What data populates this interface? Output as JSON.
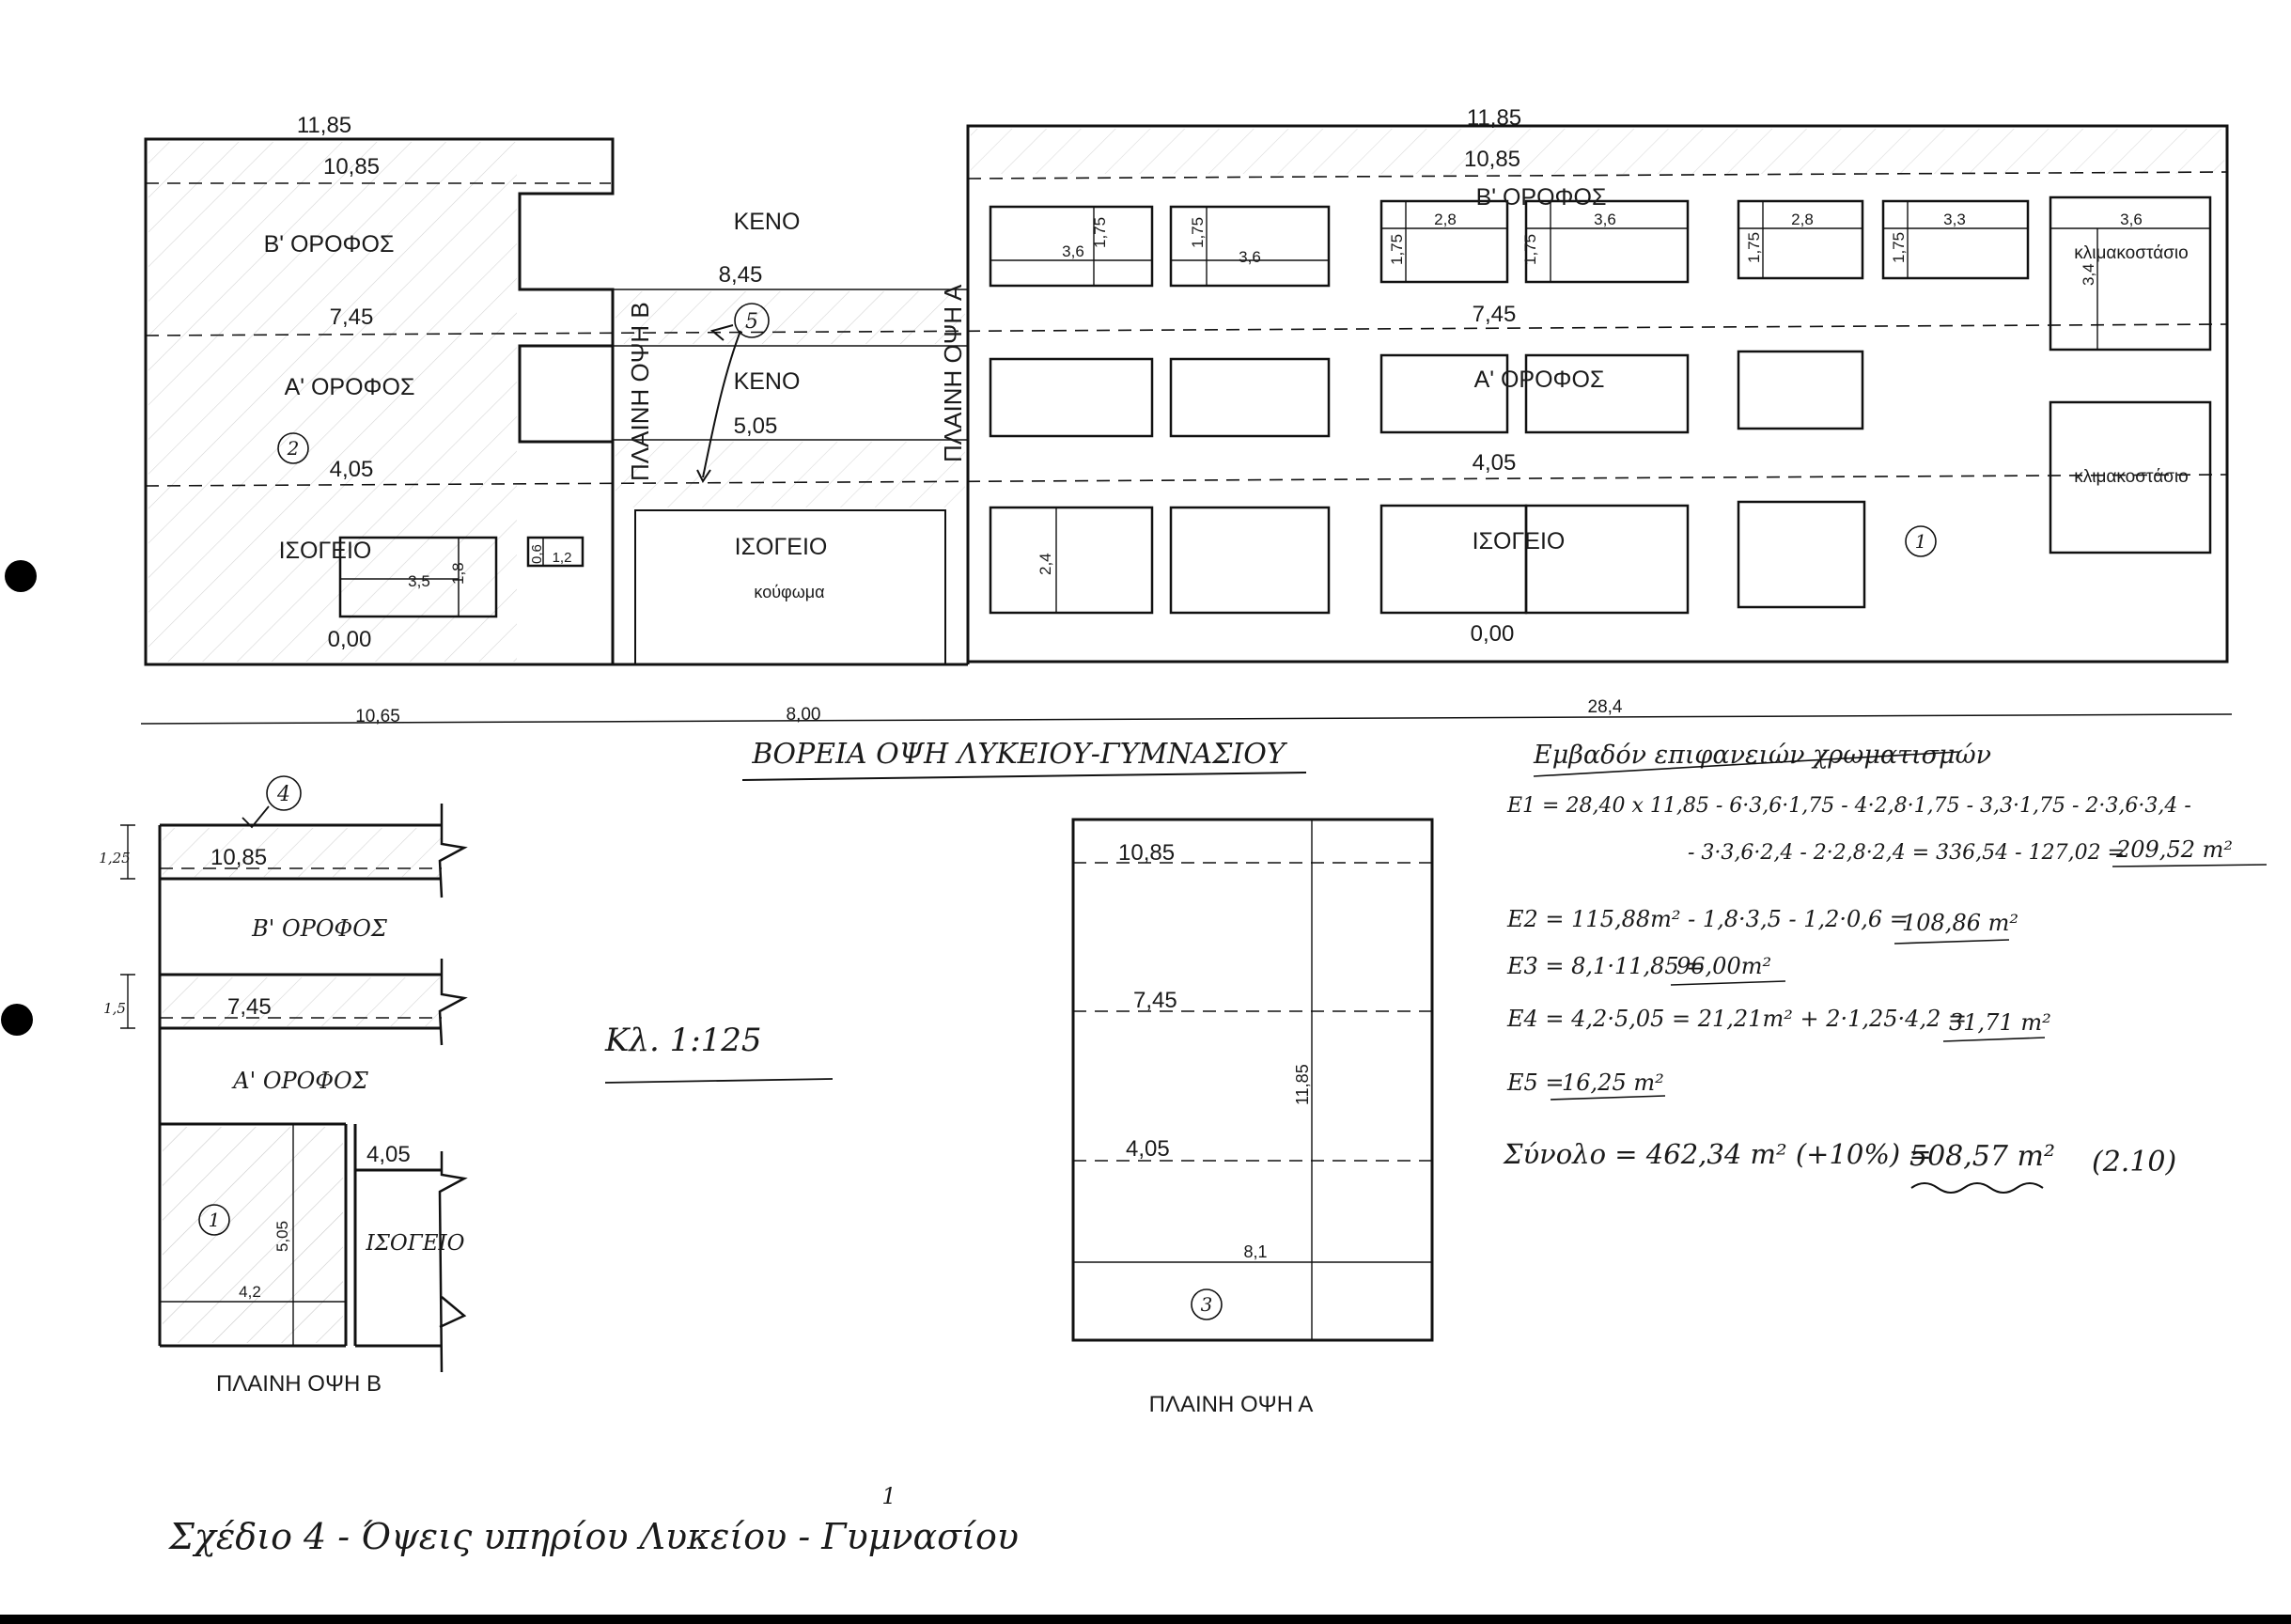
{
  "main_elevation": {
    "top_left": "11,85",
    "top_right": "11,85",
    "level_b_left": "10,85",
    "level_b_right": "10,85",
    "level_a_left": "7,45",
    "level_a_right": "7,45",
    "level_g_left": "4,05",
    "level_g_right": "4,05",
    "level_0_left": "0,00",
    "level_0_right": "0,00",
    "floor_b_left": "Β' ΟΡΟΦΟΣ",
    "floor_b_right": "Β' ΟΡΟΦΟΣ",
    "floor_a_left": "Α' ΟΡΟΦΟΣ",
    "floor_a_right": "Α' ΟΡΟΦΟΣ",
    "ground_left": "ΙΣΟΓΕΙΟ",
    "ground_right": "ΙΣΟΓΕΙΟ",
    "ground_mid": "ΙΣΟΓΕΙΟ",
    "kouf": "κούφωμα",
    "keno_top": "ΚΕΝΟ",
    "keno_mid": "ΚΕΝΟ",
    "mid_top_level": "8,45",
    "mid_low_level": "5,05",
    "side_b": "ΠΛΑΙΝΗ ΟΨΗ Β",
    "side_a": "ΠΛΑΙΝΗ ΟΨΗ Α",
    "stair_top": "κλιμακοστάσιο",
    "stair_bottom": "κλιμακοστάσιο",
    "circle_1": "1",
    "circle_2": "2",
    "circle_5": "5",
    "win_left_w": "3,5",
    "win_left_h": "1,8",
    "win_small_h": "0,6",
    "win_small_w": "1,2",
    "win_a_w": "3,6",
    "win_a_h": "1,75",
    "win_b_h": "1,75",
    "win_b_w": "3,6",
    "win_c_h": "1,75",
    "win_c_w": "2,8",
    "win_d_h": "1,75",
    "win_d_w": "3,6",
    "win_e_h": "1,75",
    "win_e_w": "2,8",
    "win_f_h": "1,75",
    "win_f_w": "3,3",
    "stair_w": "3,6",
    "stair_h": "3,4",
    "win_g_h": "2,4",
    "dim_left": "10,65",
    "dim_mid": "8,00",
    "dim_right": "28,4"
  },
  "title": "ΒΟΡΕΙΑ ΟΨΗ ΛΥΚΕΙΟΥ-ΓΥΜΝΑΣΙΟΥ",
  "side_b": {
    "circle": "4",
    "h1": "1,25",
    "h2": "1,5",
    "l1": "10,85",
    "floor_b": "Β' ΟΡΟΦΟΣ",
    "l2": "7,45",
    "floor_a": "Α' ΟΡΟΦΟΣ",
    "l3": "4,05",
    "ground": "ΙΣΟΓΕΙΟ",
    "circle_1": "1",
    "h_505": "5,05",
    "w_42": "4,2",
    "caption": "ΠΛΑΙΝΗ ΟΨΗ Β"
  },
  "scale": "Κλ. 1:125",
  "side_a": {
    "l1": "10,85",
    "l2": "7,45",
    "l3": "4,05",
    "height": "11,85",
    "width": "8,1",
    "circle": "3",
    "caption": "ΠΛΑΙΝΗ ΟΨΗ Α"
  },
  "calc": {
    "heading": "Εμβαδόν επιφανειών χρωματισμών",
    "e1a": "Ε1 = 28,40 x 11,85 - 6·3,6·1,75 - 4·2,8·1,75 - 3,3·1,75 - 2·3,6·3,4 -",
    "e1b": "- 3·3,6·2,4 - 2·2,8·2,4 = 336,54 - 127,02 =",
    "e1r": "209,52 m²",
    "e2a": "Ε2 = 115,88m² - 1,8·3,5 - 1,2·0,6 =",
    "e2r": "108,86 m²",
    "e3a": "Ε3 = 8,1·11,85 =",
    "e3r": "96,00m²",
    "e4a": "Ε4 = 4,2·5,05 = 21,21m² + 2·1,25·4,2 =",
    "e4r": "31,71 m²",
    "e5a": "Ε5 =",
    "e5r": "16,25 m²",
    "suma": "Σύνολο = 462,34 m² (+10%) =",
    "sumr": "508,57 m²",
    "sumn": "(2.10)"
  },
  "footer": "Σχέδιο 4 - Όψεις υπηρίου Λυκείου - Γυμνασίου",
  "page_mark": "1"
}
